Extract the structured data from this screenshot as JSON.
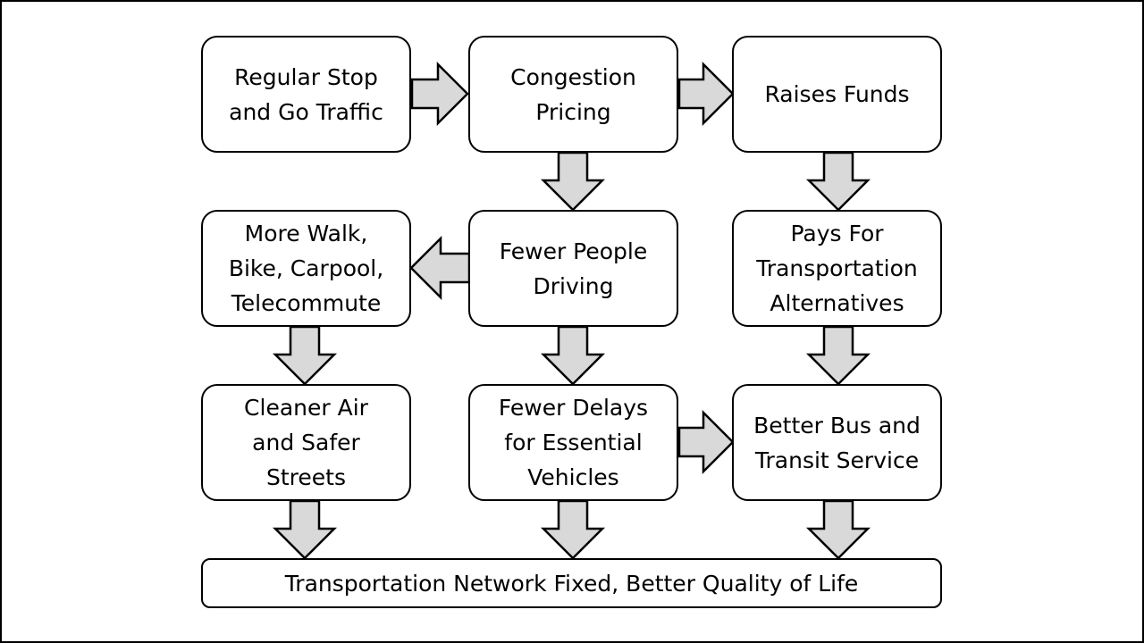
{
  "diagram": {
    "nodes": {
      "stop_go": "Regular Stop\nand Go Traffic",
      "congestion_pricing": "Congestion\nPricing",
      "raises_funds": "Raises Funds",
      "more_walk": "More Walk,\nBike, Carpool,\nTelecommute",
      "fewer_people": "Fewer People\nDriving",
      "pays_for": "Pays For\nTransportation\nAlternatives",
      "cleaner_air": "Cleaner Air\nand Safer\nStreets",
      "fewer_delays": "Fewer Delays\nfor Essential\nVehicles",
      "better_bus": "Better Bus and\nTransit Service",
      "network_fixed": "Transportation Network Fixed, Better Quality of Life"
    },
    "colors": {
      "arrow_fill": "#d9d9d9",
      "border": "#000000",
      "background": "#ffffff"
    }
  }
}
